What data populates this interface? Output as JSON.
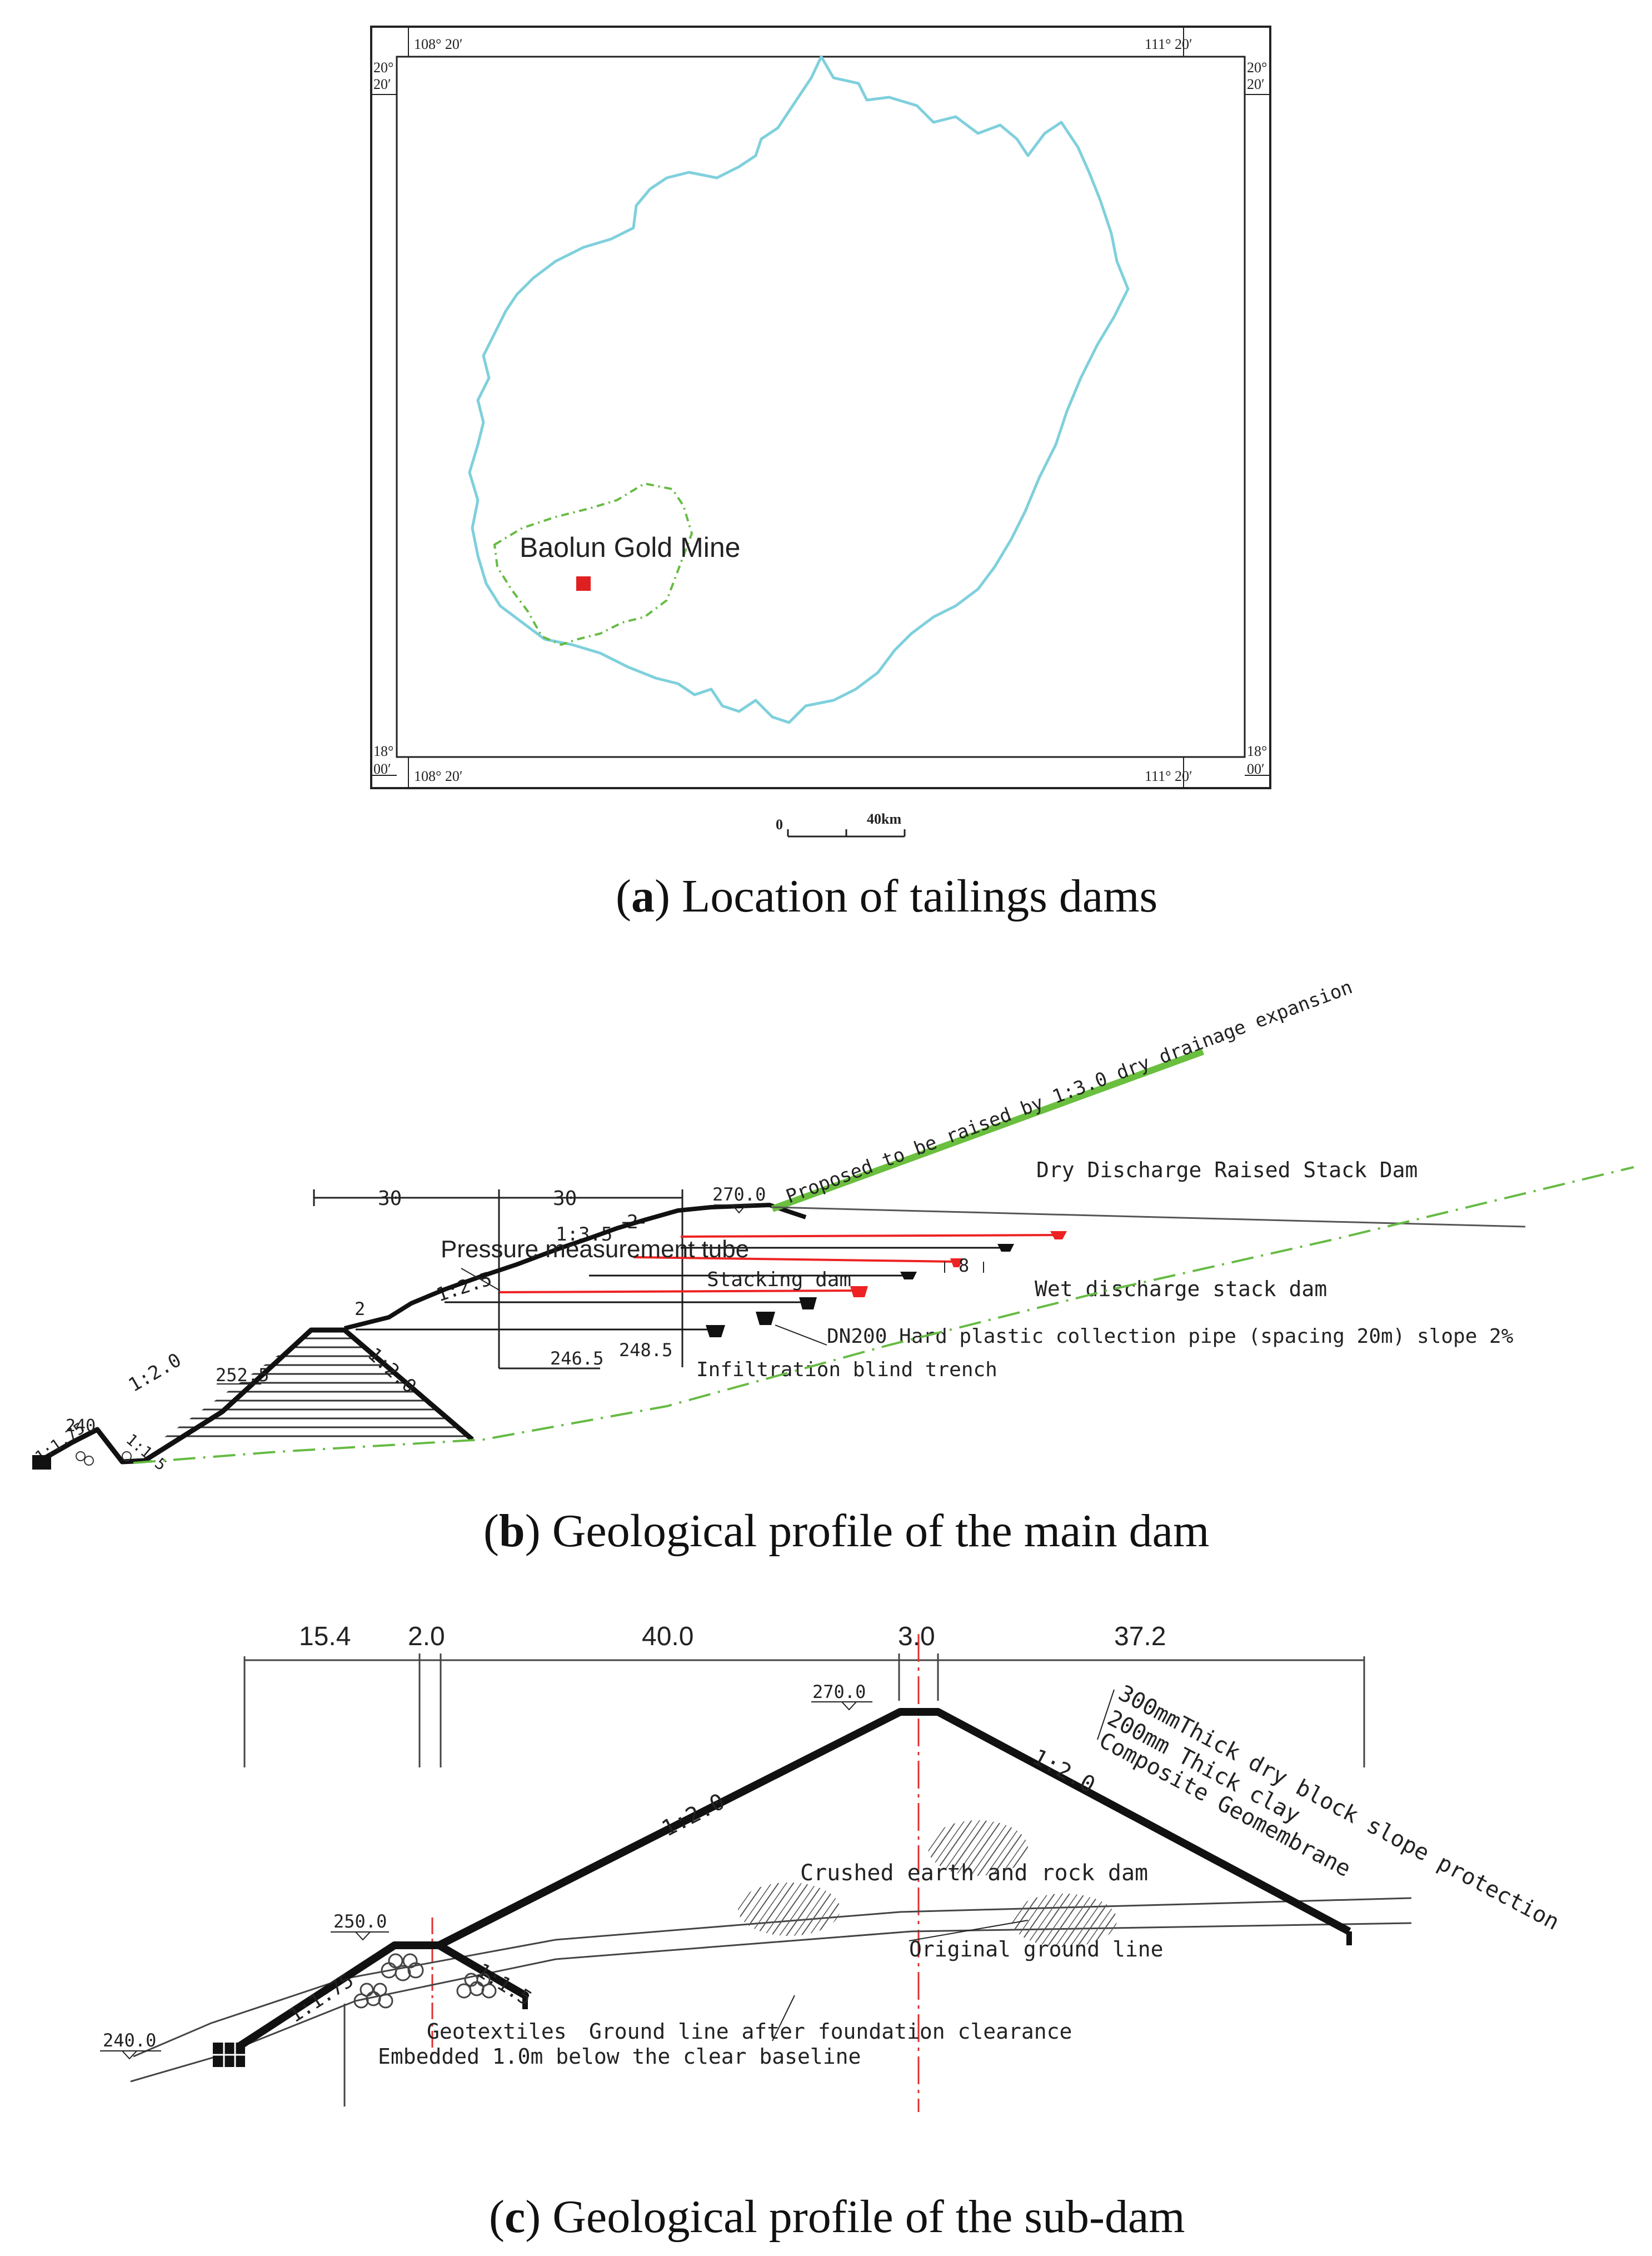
{
  "panel_a": {
    "caption_letter": "a",
    "caption_text": "Location of tailings dams",
    "frame": {
      "top_left_lon": "108° 20′",
      "top_right_lon": "111° 20′",
      "bottom_left_lon": "108° 20′",
      "bottom_right_lon": "111° 20′",
      "left_top_lat_deg": "20°",
      "left_top_lat_min": "20′",
      "right_top_lat_deg": "20°",
      "right_top_lat_min": "20′",
      "left_bottom_lat_deg": "18°",
      "left_bottom_lat_min": "00′",
      "right_bottom_lat_deg": "18°",
      "right_bottom_lat_min": "00′"
    },
    "site_label": "Baolun Gold Mine",
    "scale_zero": "0",
    "scale_distance": "40km",
    "colors": {
      "coast": "#7fd0dc",
      "boundary": "#66bb44",
      "site": "#e02020"
    }
  },
  "panel_b": {
    "caption_letter": "b",
    "caption_text": "Geological profile of the main dam",
    "dim_30_left": "30",
    "dim_30_right": "30",
    "dim_2": "2",
    "slope_1_3_5": "1:3.5",
    "slope_1_2_5": "1:2.5",
    "slope_1_2_0_upper": "1:2.0",
    "slope_1_2_0_lower": "1:2.0",
    "slope_1_1_75": "1:1.75",
    "slope_1_1_5": "1:1.5",
    "berm_marker": "2",
    "elev_270": "270.0",
    "elev_252_5": "252.5",
    "elev_240": "240",
    "elev_246_5": "246.5",
    "elev_248_5": "248.5",
    "dim_8": "8",
    "label_proposed": "Proposed to be raised by 1:3.0 dry drainage expansion",
    "label_dry_dam": "Dry Discharge Raised Stack Dam",
    "label_wet_dam": "Wet discharge stack dam",
    "label_pressure_tube": "Pressure measurement tube",
    "label_stacking_dam": "Stacking dam",
    "label_pipe": "DN200 Hard plastic collection pipe (spacing 20m) slope 2%",
    "label_blind_trench": "Infiltration blind trench",
    "colors": {
      "raise": "#6abf3f",
      "phreatic": "#ee2222",
      "ground": "#66bb44"
    }
  },
  "panel_c": {
    "caption_letter": "c",
    "caption_text": "Geological profile of the sub-dam",
    "dim_15_4": "15.4",
    "dim_2_0": "2.0",
    "dim_40_0": "40.0",
    "dim_3_0": "3.0",
    "dim_37_2": "37.2",
    "elev_270": "270.0",
    "elev_250": "250.0",
    "elev_240": "240.0",
    "slope_upstream": "1:2.0",
    "slope_downstream": "1:2.0",
    "slope_1_1_75": "1:1.75",
    "slope_1_1_5": "1:1.5",
    "label_crushed": "Crushed earth and rock dam",
    "label_block": "300mmThick dry block slope protection",
    "label_clay": "200mm Thick clay",
    "label_geomembrane": "Composite Geomembrane",
    "label_original_ground": "Original ground line",
    "label_geotextiles": "Geotextiles",
    "label_ground_after": "Ground line after foundation clearance",
    "label_embedded": "Embedded 1.0m below the clear baseline",
    "colors": {
      "axis": "#e03030"
    }
  }
}
